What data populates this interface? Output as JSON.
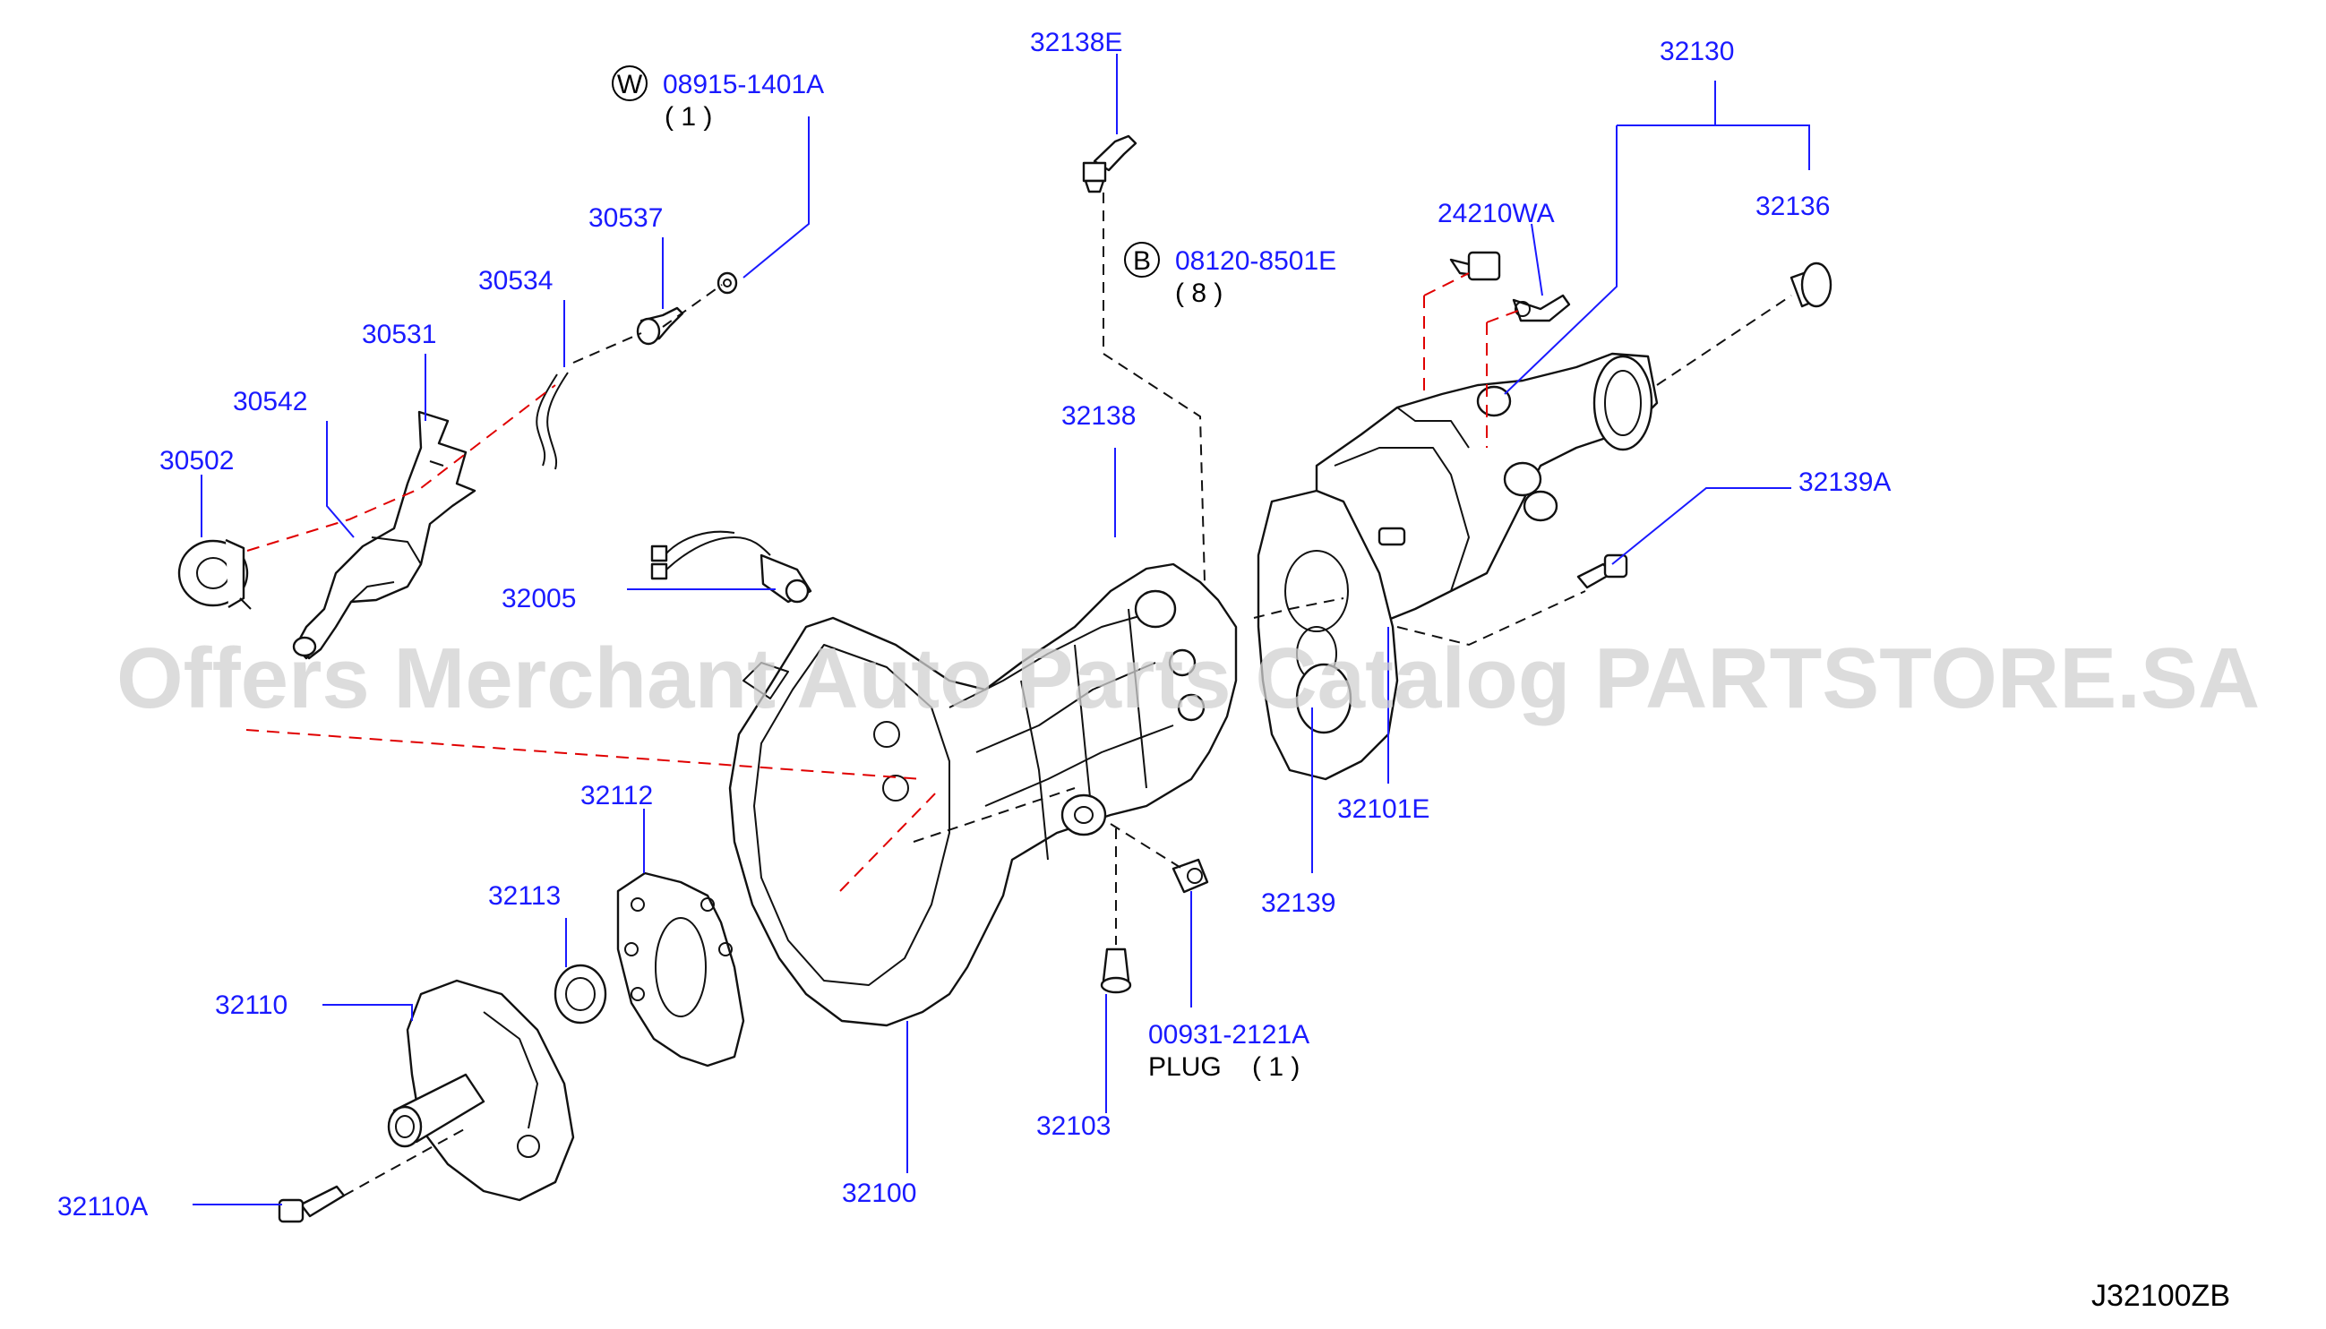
{
  "watermark": "Offers Merchant Auto Parts Catalog PARTSTORE.SA",
  "diagram_code": "J32100ZB",
  "callouts": {
    "p08915_1401A": {
      "badge": "W",
      "number": "08915-1401A",
      "qty": "( 1 )"
    },
    "p08120_8501E": {
      "badge": "B",
      "number": "08120-8501E",
      "qty": "( 8 )"
    },
    "p00931_2121A": {
      "number": "00931-2121A",
      "name": "PLUG",
      "qty": "( 1 )"
    }
  },
  "labels": {
    "p32138E": "32138E",
    "p32130": "32130",
    "p32136": "32136",
    "p24210WA": "24210WA",
    "p30537": "30537",
    "p30534": "30534",
    "p30531": "30531",
    "p30542": "30542",
    "p30502": "30502",
    "p32138": "32138",
    "p32139A": "32139A",
    "p32005": "32005",
    "p32101E": "32101E",
    "p32112": "32112",
    "p32113": "32113",
    "p32139": "32139",
    "p32110": "32110",
    "p32103": "32103",
    "p32100": "32100",
    "p32110A": "32110A"
  },
  "colors": {
    "label_text": "#1a1aff",
    "leader_line": "#1a1aff",
    "alignment_line": "#e00000",
    "part_outline": "#111111",
    "watermark": "#d0d0d0"
  }
}
